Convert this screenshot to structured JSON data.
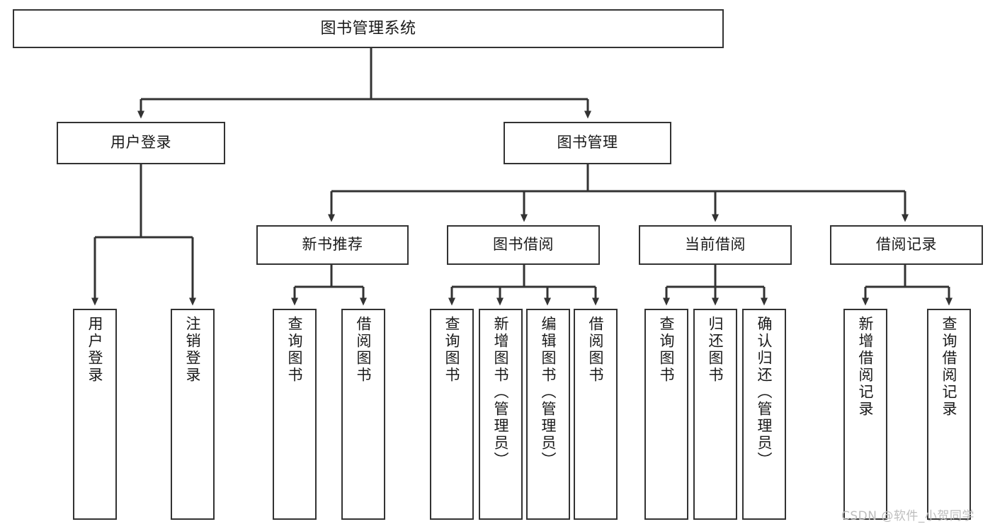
{
  "diagram": {
    "type": "tree",
    "orientation": "top-down",
    "title": "图书管理系统",
    "watermark": "CSDN @软件_小贺同学",
    "colors": {
      "stroke": "#333333",
      "node_fill": "#ffffff",
      "text": "#1a1a1a",
      "background": "#ffffff",
      "watermark": "#bdbdbd"
    },
    "nodes": {
      "root": {
        "label": "图书管理系统"
      },
      "level2": [
        {
          "id": "user-login",
          "label": "用户登录"
        },
        {
          "id": "book-management",
          "label": "图书管理"
        }
      ],
      "level3": [
        {
          "id": "new-book-recommend",
          "label": "新书推荐"
        },
        {
          "id": "book-borrow",
          "label": "图书借阅"
        },
        {
          "id": "current-borrow",
          "label": "当前借阅"
        },
        {
          "id": "borrow-record",
          "label": "借阅记录"
        }
      ],
      "leaves": {
        "user_login": [
          {
            "id": "leaf-user-login",
            "label": "用户登录"
          },
          {
            "id": "leaf-logout-login",
            "label": "注销登录"
          }
        ],
        "new_book_recommend": [
          {
            "id": "leaf-query-book-1",
            "label": "查询图书"
          },
          {
            "id": "leaf-borrow-book-1",
            "label": "借阅图书"
          }
        ],
        "book_borrow": [
          {
            "id": "leaf-query-book-2",
            "label": "查询图书"
          },
          {
            "id": "leaf-add-book",
            "label": "新增图书（管理员）"
          },
          {
            "id": "leaf-edit-book",
            "label": "编辑图书（管理员）"
          },
          {
            "id": "leaf-borrow-book-2",
            "label": "借阅图书"
          }
        ],
        "current_borrow": [
          {
            "id": "leaf-query-book-3",
            "label": "查询图书"
          },
          {
            "id": "leaf-return-book",
            "label": "归还图书"
          },
          {
            "id": "leaf-confirm-return",
            "label": "确认归还（管理员）"
          }
        ],
        "borrow_record": [
          {
            "id": "leaf-add-record",
            "label": "新增借阅记录"
          },
          {
            "id": "leaf-query-record",
            "label": "查询借阅记录"
          }
        ]
      }
    }
  }
}
